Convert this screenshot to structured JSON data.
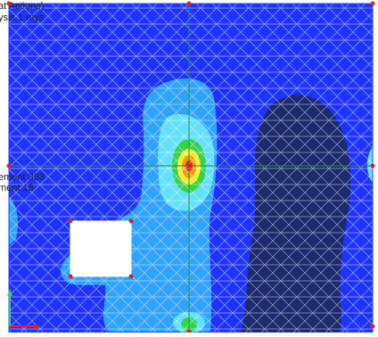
{
  "viewport": {
    "overlay_lines": [
      "at Actions)",
      "ysis 1 mys"
    ],
    "element_labels": [
      "ement 333",
      "ment 15"
    ]
  },
  "colors": {
    "background": "#ffffff",
    "model_fill": "#1f33ff",
    "low_region": "#1c2a6e",
    "mid_region": "#2fa3ff",
    "warm_region": "#62e0ff",
    "green": "#35d34a",
    "yellow": "#f7ef2a",
    "orange": "#f59a16",
    "red": "#ea1d1d",
    "mesh": "#ffffff",
    "axis_line": "#2b8f2b",
    "node": "#e02020",
    "hole": "#ffffff"
  },
  "icons": [
    "axis-triad-icon"
  ]
}
